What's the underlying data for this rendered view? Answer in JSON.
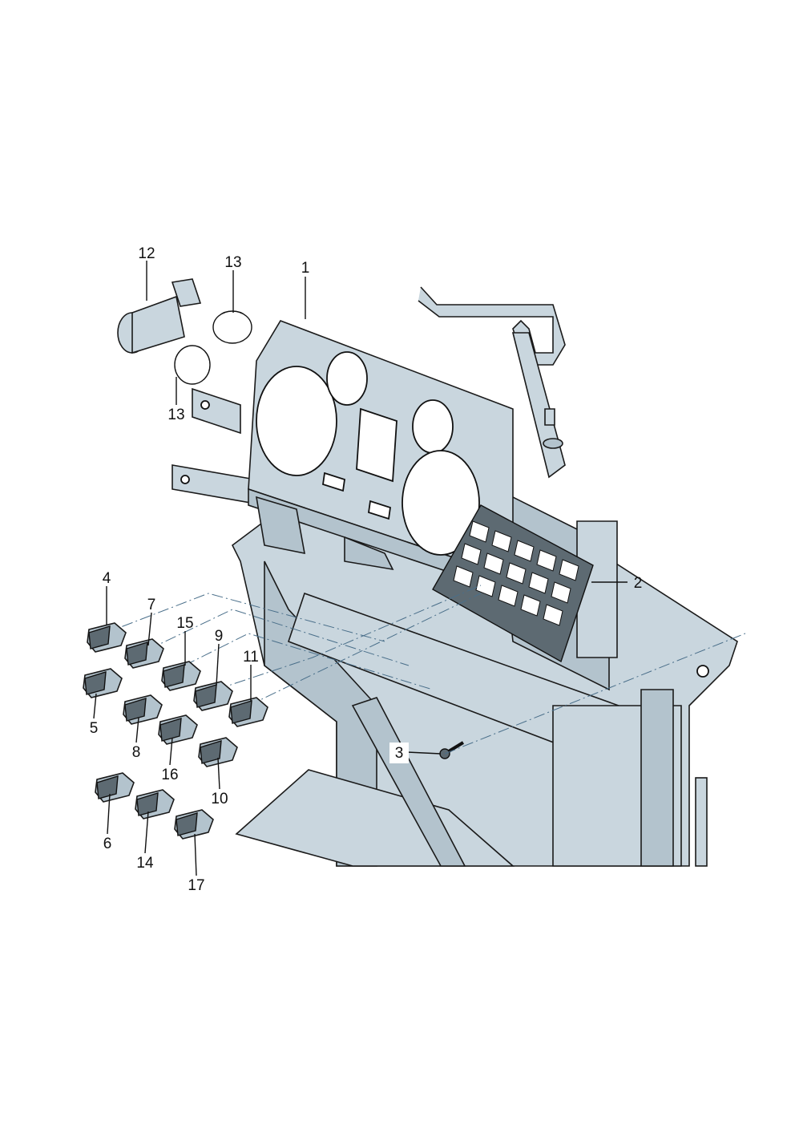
{
  "diagram": {
    "title": "Instrument panel housing and switches - exploded parts view",
    "colors": {
      "part_fill": "#c9d6de",
      "line": "#1a1a1a",
      "background": "#ffffff"
    },
    "callouts": [
      {
        "id": "c12",
        "label": "12"
      },
      {
        "id": "c13a",
        "label": "13"
      },
      {
        "id": "c1",
        "label": "1"
      },
      {
        "id": "c13b",
        "label": "13"
      },
      {
        "id": "c2",
        "label": "2"
      },
      {
        "id": "c4",
        "label": "4"
      },
      {
        "id": "c7",
        "label": "7"
      },
      {
        "id": "c15",
        "label": "15"
      },
      {
        "id": "c9",
        "label": "9"
      },
      {
        "id": "c11",
        "label": "11"
      },
      {
        "id": "c5",
        "label": "5"
      },
      {
        "id": "c8",
        "label": "8"
      },
      {
        "id": "c16",
        "label": "16"
      },
      {
        "id": "c10",
        "label": "10"
      },
      {
        "id": "c3",
        "label": "3"
      },
      {
        "id": "c6",
        "label": "6"
      },
      {
        "id": "c14",
        "label": "14"
      },
      {
        "id": "c17",
        "label": "17"
      }
    ]
  }
}
